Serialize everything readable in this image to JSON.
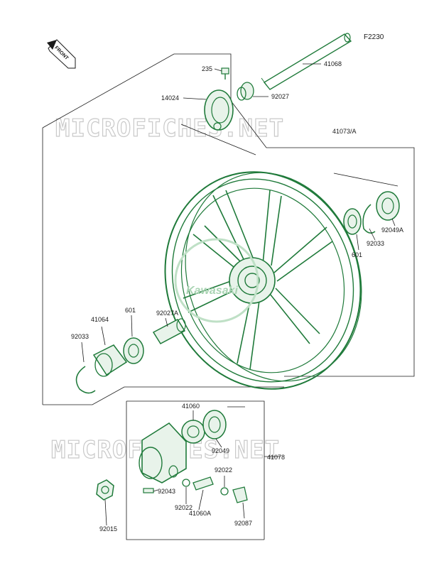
{
  "diagram_code": "F2230",
  "front_badge": "FRONT",
  "watermark": "MICROFICHES.NET",
  "wheel_logo": "Kawasaki",
  "parts": {
    "p235": "235",
    "p41068": "41068",
    "p14024": "14024",
    "p92027_top": "92027",
    "p41073A": "41073/A",
    "p92049A": "92049A",
    "p92033_right": "92033",
    "p601_right": "601",
    "p41064": "41064",
    "p601_left": "601",
    "p92027A": "92027A",
    "p92033_left": "92033",
    "p41060": "41060",
    "p92049": "92049",
    "p41078": "41078",
    "p92022_a": "92022",
    "p92043": "92043",
    "p92022_b": "92022",
    "p41060A": "41060A",
    "p92015": "92015",
    "p92087": "92087"
  },
  "colors": {
    "line": "#1f7a3a",
    "text": "#1a1a1a",
    "watermark": "#c9c9c9"
  }
}
